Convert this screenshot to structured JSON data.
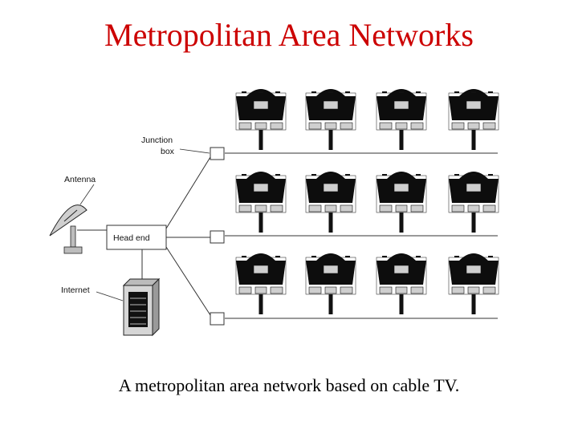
{
  "slide": {
    "title": "Metropolitan Area Networks",
    "caption": "A metropolitan area network based on cable TV."
  },
  "diagram": {
    "labels": {
      "junction_line1": "Junction",
      "junction_line2": "box",
      "antenna": "Antenna",
      "head_end": "Head end",
      "internet": "Internet"
    },
    "house_rows": 3,
    "houses_per_row": 4
  },
  "colors": {
    "title": "#cc0000",
    "roof": "#0d0d0d",
    "line": "#333333"
  },
  "icons": [
    "house-icon",
    "satellite-dish-icon",
    "server-rack-icon",
    "junction-box-icon"
  ]
}
